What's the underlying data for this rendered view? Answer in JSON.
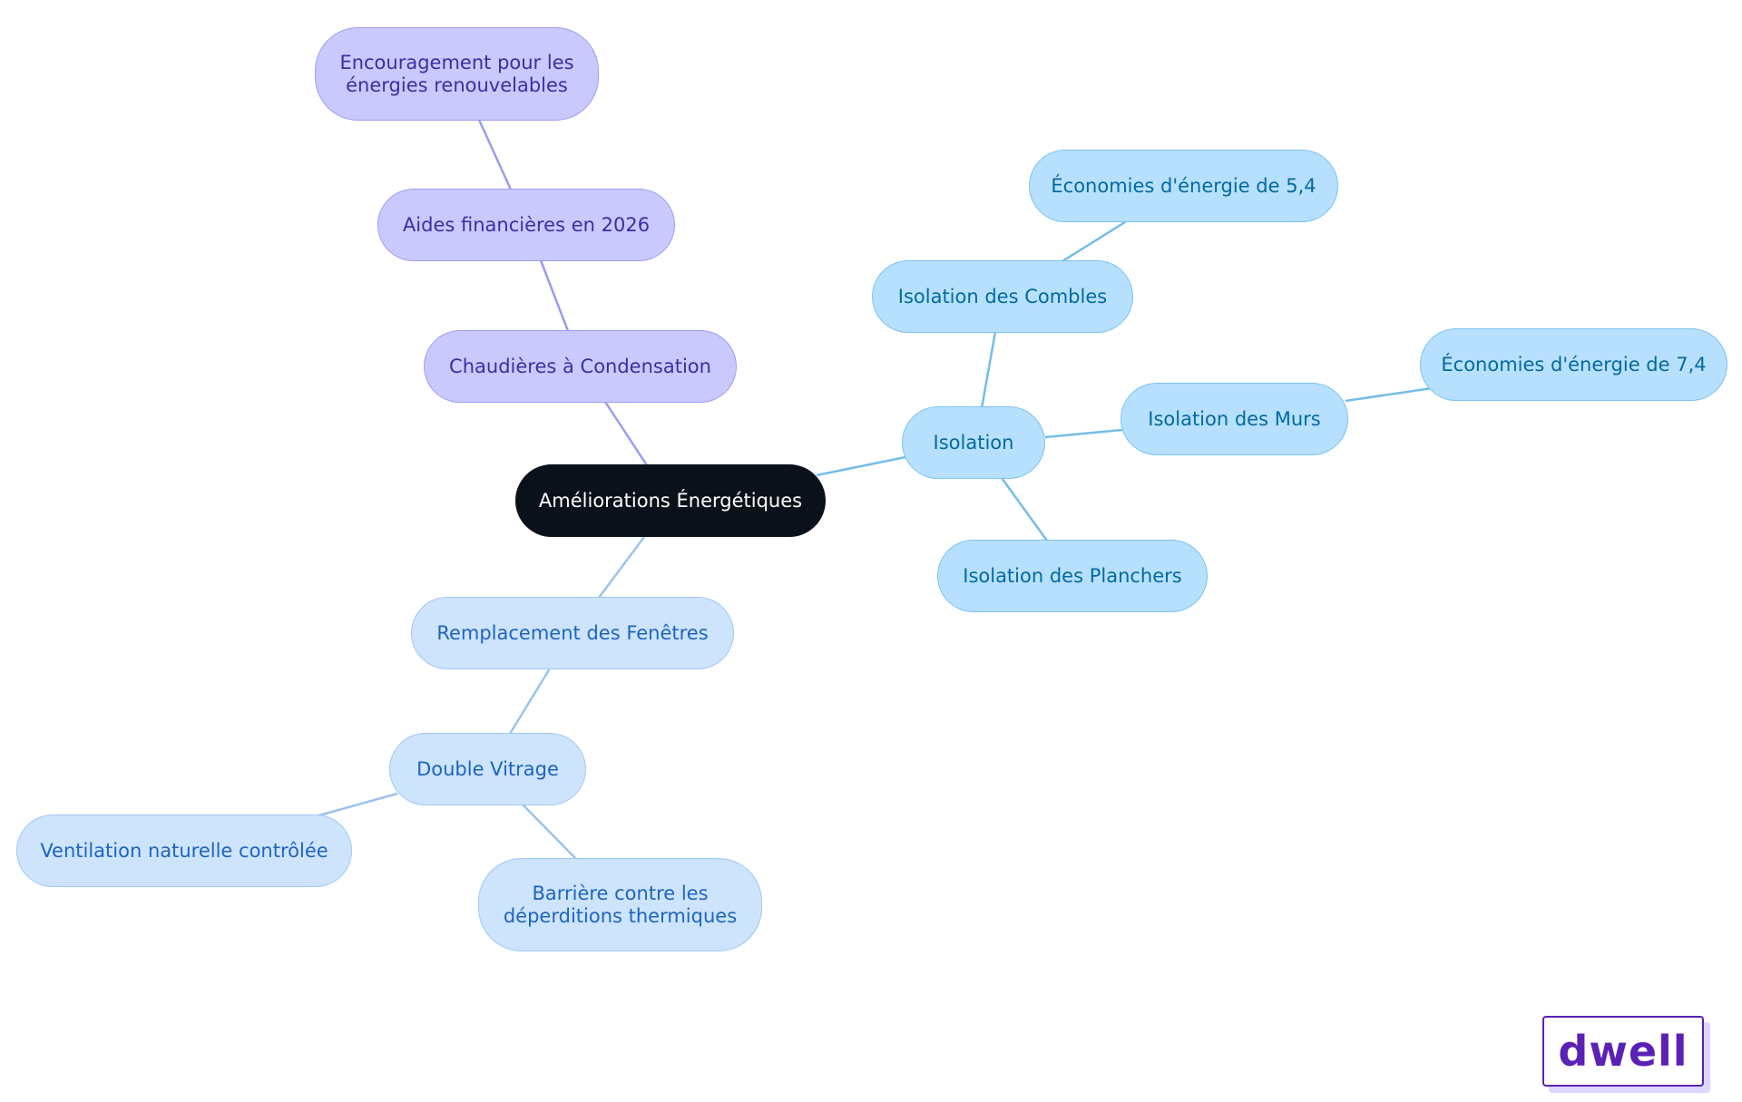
{
  "diagram": {
    "root": {
      "label": "Améliorations Énergétiques"
    },
    "branches": {
      "boilers": {
        "label": "Chaudières à Condensation",
        "aid": {
          "label": "Aides financières en 2026"
        },
        "renewables": {
          "label": "Encouragement pour les\nénergies renouvelables"
        }
      },
      "insulation": {
        "label": "Isolation",
        "attics": {
          "label": "Isolation des Combles"
        },
        "attics_savings": {
          "label": "Économies d'énergie de 5,4"
        },
        "walls": {
          "label": "Isolation des Murs"
        },
        "walls_savings": {
          "label": "Économies d'énergie de 7,4"
        },
        "floors": {
          "label": "Isolation des Planchers"
        }
      },
      "windows": {
        "label": "Remplacement des Fenêtres",
        "double_glazing": {
          "label": "Double Vitrage"
        },
        "ventilation": {
          "label": "Ventilation naturelle contrôlée"
        },
        "thermal_barrier": {
          "label": "Barrière contre les\ndéperditions thermiques"
        }
      }
    }
  },
  "logo": {
    "text": "dwell"
  },
  "colors": {
    "root_fill": "#0b111a",
    "root_text": "#ffffff",
    "purple_fill": "#c9c9fd",
    "purple_border": "#9d9df5",
    "purple_text": "#3730a3",
    "purple_edge": "#9b9bef",
    "sky_fill": "#b6e0fe",
    "sky_border": "#7cc2f0",
    "sky_text": "#0369a1",
    "sky_edge": "#73bde8",
    "blue_fill": "#cde4fc",
    "blue_border": "#9fc8f3",
    "blue_text": "#1d64c1",
    "blue_edge": "#9ac3ef",
    "logo_color": "#5b21b6"
  }
}
